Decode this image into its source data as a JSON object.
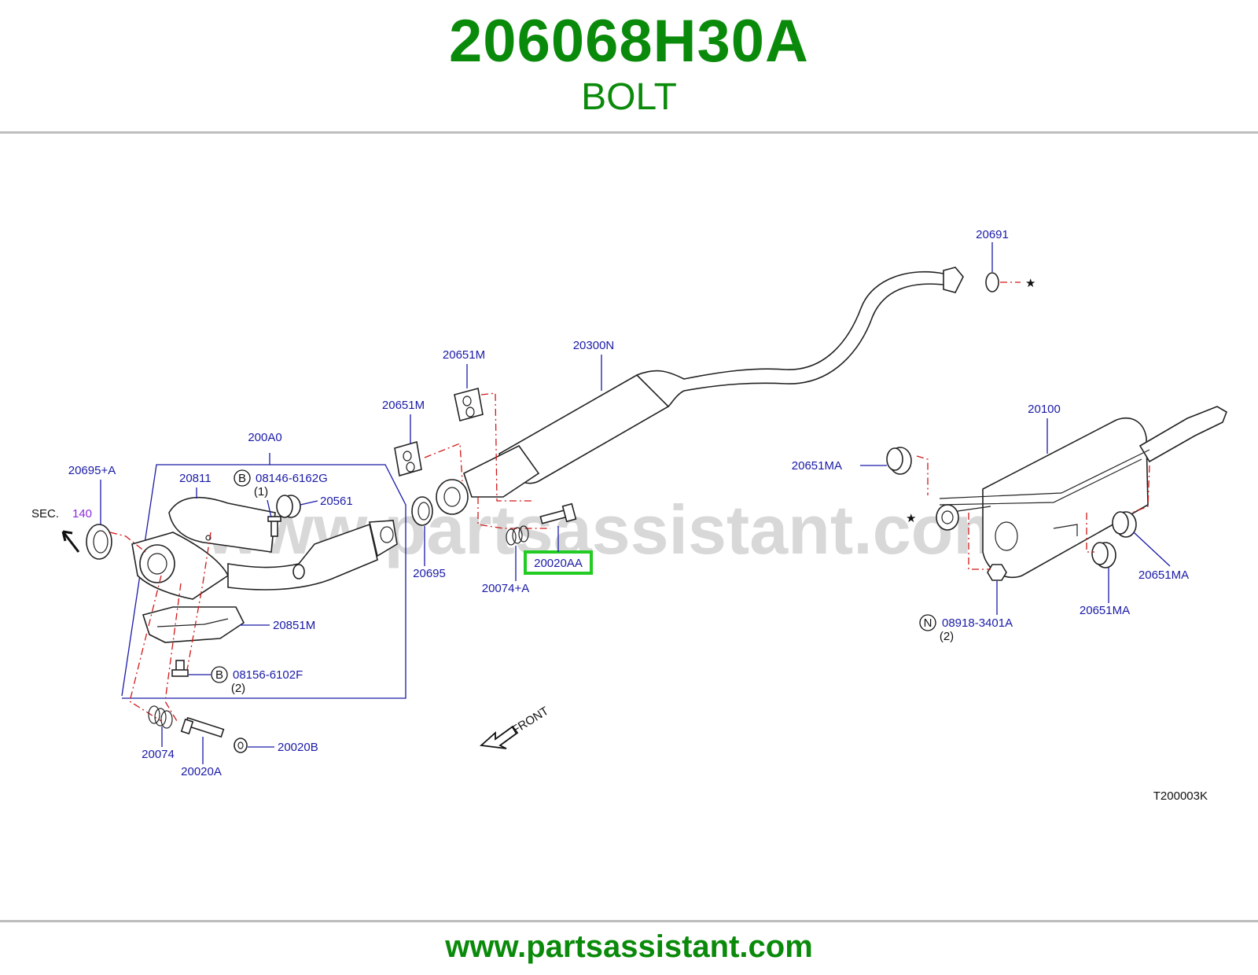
{
  "header": {
    "part_number": "206068H30A",
    "part_name": "BOLT"
  },
  "diagram": {
    "watermark": "www.partsassistant.com",
    "ref_code": "T200003K",
    "front_label": "FRONT",
    "sec_label": "SEC.",
    "sec_number": "140",
    "highlighted": "20020AA",
    "callouts": {
      "c20691": "20691",
      "c20300N": "20300N",
      "c20651M_a": "20651M",
      "c20651M_b": "20651M",
      "c200A0": "200A0",
      "c20695A": "20695+A",
      "c20811": "20811",
      "c08146": "08146-6162G",
      "c08146_qty": "(1)",
      "c20561": "20561",
      "c20695": "20695",
      "c20074A": "20074+A",
      "c20851M": "20851M",
      "c08156": "08156-6102F",
      "c08156_qty": "(2)",
      "c20074": "20074",
      "c20020A": "20020A",
      "c20020B": "20020B",
      "c20100": "20100",
      "c20651MA_a": "20651MA",
      "c20651MA_b": "20651MA",
      "c20651MA_c": "20651MA",
      "c08918": "08918-3401A",
      "c08918_qty": "(2)",
      "badge_b1": "B",
      "badge_b2": "B",
      "badge_n": "N"
    }
  },
  "footer": {
    "url": "www.partsassistant.com"
  },
  "colors": {
    "brand_green": "#0a8a0a",
    "callout_blue": "#1a1aa8",
    "highlight": "#22cc22",
    "guide_red": "#d01818"
  }
}
